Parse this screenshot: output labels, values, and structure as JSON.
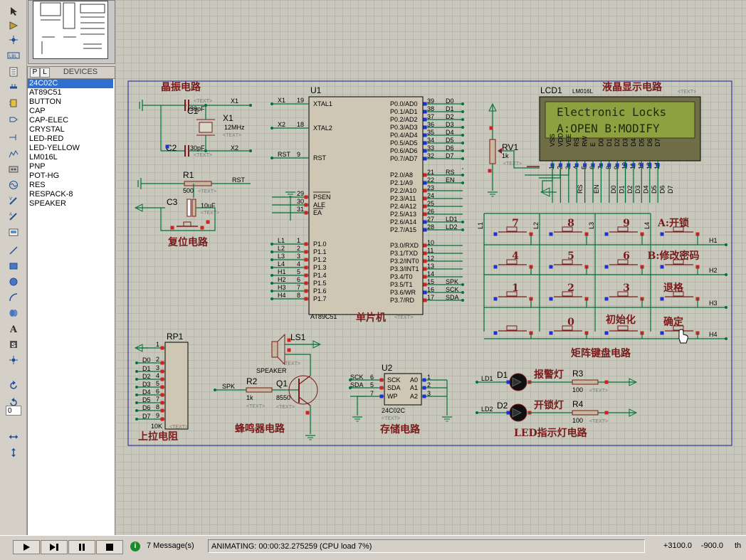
{
  "device_panel": {
    "p_button": "P",
    "l_button": "L",
    "title": "DEVICES",
    "items": [
      "24C02C",
      "AT89C51",
      "BUTTON",
      "CAP",
      "CAP-ELEC",
      "CRYSTAL",
      "LED-RED",
      "LED-YELLOW",
      "LM016L",
      "PNP",
      "POT-HG",
      "RES",
      "RESPACK-8",
      "SPEAKER"
    ],
    "selected": "24C02C"
  },
  "toolbar": {
    "icons": [
      "selection-icon",
      "component-icon",
      "junction-icon",
      "wire-label-icon",
      "text-script-icon",
      "bus-icon",
      "subcircuit-icon",
      "terminal-icon",
      "device-pin-icon",
      "graph-icon",
      "tape-recorder-icon",
      "generator-icon",
      "voltage-probe-icon",
      "current-probe-icon",
      "virtual-instrument-icon",
      "line-icon",
      "box-icon",
      "circle-icon",
      "arc-icon",
      "path-icon",
      "text-icon",
      "symbol-icon",
      "marker-icon",
      "rotate-cw-icon",
      "rotate-ccw-icon",
      "flip-horizontal-icon",
      "flip-vertical-icon"
    ],
    "rotation_value": "0"
  },
  "schematic": {
    "titles": {
      "crystal": "晶振电路",
      "reset": "复位电路",
      "mcu": "单片机",
      "lcd": "液晶显示电路",
      "keypad": "矩阵键盘电路",
      "pullup": "上拉电阻",
      "buzzer": "蜂鸣器电路",
      "storage": "存储电路",
      "led": "LED指示灯电路"
    },
    "lcd": {
      "ref": "LCD1",
      "part": "LM016L",
      "line1": "Electronic Locks",
      "line2": "A:OPEN  B:MODIFY",
      "pins": [
        "VSS",
        "VDD",
        "VEE",
        "RS",
        "RW",
        "E",
        "D0",
        "D1",
        "D2",
        "D3",
        "D4",
        "D5",
        "D6",
        "D7"
      ],
      "pin_numbers": [
        "1",
        "2",
        "3",
        "4",
        "5",
        "6",
        "7",
        "8",
        "9",
        "10",
        "11",
        "12",
        "13",
        "14"
      ],
      "net_labels": [
        "RS",
        "EN",
        "D0",
        "D1",
        "D2",
        "D3",
        "D4",
        "D5",
        "D6",
        "D7"
      ]
    },
    "mcu": {
      "ref": "U1",
      "part": "AT89C51",
      "left_pins": [
        {
          "net": "X1",
          "num": "19",
          "name": "XTAL1"
        },
        {
          "net": "X2",
          "num": "18",
          "name": "XTAL2"
        },
        {
          "net": "RST",
          "num": "9",
          "name": "RST"
        },
        {
          "net": "",
          "num": "29",
          "name": "PSEN"
        },
        {
          "net": "",
          "num": "30",
          "name": "ALE"
        },
        {
          "net": "",
          "num": "31",
          "name": "EA"
        },
        {
          "net": "L1",
          "num": "1",
          "name": "P1.0"
        },
        {
          "net": "L2",
          "num": "2",
          "name": "P1.1"
        },
        {
          "net": "L3",
          "num": "3",
          "name": "P1.2"
        },
        {
          "net": "L4",
          "num": "4",
          "name": "P1.3"
        },
        {
          "net": "H1",
          "num": "5",
          "name": "P1.4"
        },
        {
          "net": "H2",
          "num": "6",
          "name": "P1.5"
        },
        {
          "net": "H3",
          "num": "7",
          "name": "P1.6"
        },
        {
          "net": "H4",
          "num": "8",
          "name": "P1.7"
        }
      ],
      "right_pins": [
        {
          "name": "P0.0/AD0",
          "num": "39",
          "net": "D0"
        },
        {
          "name": "P0.1/AD1",
          "num": "38",
          "net": "D1"
        },
        {
          "name": "P0.2/AD2",
          "num": "37",
          "net": "D2"
        },
        {
          "name": "P0.3/AD3",
          "num": "36",
          "net": "D3"
        },
        {
          "name": "P0.4/AD4",
          "num": "35",
          "net": "D4"
        },
        {
          "name": "P0.5/AD5",
          "num": "34",
          "net": "D5"
        },
        {
          "name": "P0.6/AD6",
          "num": "33",
          "net": "D6"
        },
        {
          "name": "P0.7/AD7",
          "num": "32",
          "net": "D7"
        },
        {
          "name": "P2.0/A8",
          "num": "21",
          "net": "RS"
        },
        {
          "name": "P2.1/A9",
          "num": "22",
          "net": "EN"
        },
        {
          "name": "P2.2/A10",
          "num": "23",
          "net": ""
        },
        {
          "name": "P2.3/A11",
          "num": "24",
          "net": ""
        },
        {
          "name": "P2.4/A12",
          "num": "25",
          "net": ""
        },
        {
          "name": "P2.5/A13",
          "num": "26",
          "net": ""
        },
        {
          "name": "P2.6/A14",
          "num": "27",
          "net": "LD1"
        },
        {
          "name": "P2.7/A15",
          "num": "28",
          "net": "LD2"
        },
        {
          "name": "P3.0/RXD",
          "num": "10",
          "net": ""
        },
        {
          "name": "P3.1/TXD",
          "num": "11",
          "net": ""
        },
        {
          "name": "P3.2/INT0",
          "num": "12",
          "net": ""
        },
        {
          "name": "P3.3/INT1",
          "num": "13",
          "net": ""
        },
        {
          "name": "P3.4/T0",
          "num": "14",
          "net": ""
        },
        {
          "name": "P3.5/T1",
          "num": "15",
          "net": "SPK"
        },
        {
          "name": "P3.6/WR",
          "num": "16",
          "net": "SCK"
        },
        {
          "name": "P3.7/RD",
          "num": "17",
          "net": "SDA"
        }
      ]
    },
    "crystal": {
      "c1_ref": "C1",
      "c1_val": "30pF",
      "c2_ref": "C2",
      "c2_val": "30pF",
      "x1_ref": "X1",
      "x1_val": "12MHz",
      "nets": [
        "X1",
        "X2"
      ]
    },
    "reset": {
      "r1_ref": "R1",
      "r1_val": "500",
      "c3_ref": "C3",
      "c3_val": "10uF",
      "net": "RST"
    },
    "keypad": {
      "keys": [
        "7",
        "8",
        "9",
        "A:开锁",
        "4",
        "5",
        "6",
        "B:修改密码",
        "1",
        "2",
        "3",
        "退格",
        "",
        "0",
        "初始化",
        "确定"
      ],
      "row_nets": [
        "H1",
        "H2",
        "H3",
        "H4"
      ],
      "col_nets": [
        "L1",
        "L2",
        "L3",
        "L4"
      ]
    },
    "rv1": {
      "ref": "RV1",
      "val": "1k"
    },
    "pullup": {
      "ref": "RP1",
      "val": "10K",
      "nets": [
        "D0",
        "D1",
        "D2",
        "D3",
        "D4",
        "D5",
        "D6",
        "D7"
      ],
      "pin_numbers": [
        "1",
        "2",
        "3",
        "4",
        "5",
        "6",
        "7",
        "8",
        "9"
      ]
    },
    "buzzer": {
      "ls_ref": "LS1",
      "ls_part": "SPEAKER",
      "r_ref": "R2",
      "r_val": "1k",
      "q_ref": "Q1",
      "q_val": "8550",
      "net": "SPK"
    },
    "eeprom": {
      "ref": "U2",
      "part": "24C02C",
      "nets": [
        "SCK",
        "SDA"
      ],
      "pins": [
        {
          "num": "6",
          "name": "SCK"
        },
        {
          "num": "5",
          "name": "SDA"
        },
        {
          "num": "7",
          "name": "WP"
        }
      ],
      "addr": [
        {
          "name": "A0",
          "num": "1"
        },
        {
          "name": "A1",
          "num": "2"
        },
        {
          "name": "A2",
          "num": "3"
        }
      ]
    },
    "leds": {
      "d1_ref": "D1",
      "d1_label": "报警灯",
      "r3_ref": "R3",
      "r3_val": "100",
      "d1_net": "LD1",
      "d2_ref": "D2",
      "d2_label": "开锁灯",
      "r4_ref": "R4",
      "r4_val": "100",
      "d2_net": "LD2"
    },
    "text_placeholder": "<TEXT>"
  },
  "status": {
    "messages": "7 Message(s)",
    "animating": "ANIMATING: 00:00:32.275259 (CPU load 7%)",
    "coord_x": "+3100.0",
    "coord_y": "-900.0",
    "units": "th"
  },
  "colors": {
    "wire": "#00703c",
    "component": "#7a1a1a",
    "title_text": "#7a1a1a",
    "lcd_screen": "#8fa040",
    "border": "#1a1aa0"
  }
}
